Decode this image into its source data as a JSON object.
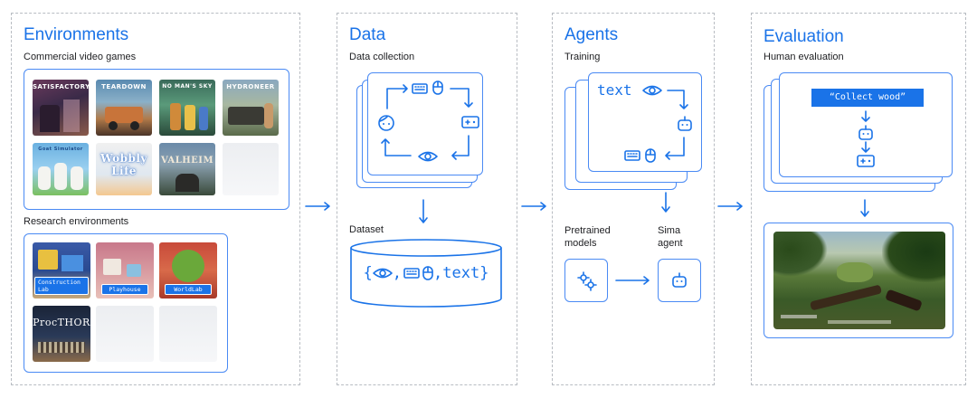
{
  "environments": {
    "title": "Environments",
    "commercial_label": "Commercial video games",
    "games": [
      "SATISFACTORY",
      "TEARDOWN",
      "NO MAN'S SKY",
      "HYDRONEER",
      "Goat Simulator",
      "Wobbly Life",
      "VALHEIM"
    ],
    "research_label": "Research environments",
    "research": [
      "Construction Lab",
      "Playhouse",
      "WorldLab",
      "ProcTHOR"
    ]
  },
  "data": {
    "title": "Data",
    "collection_label": "Data collection",
    "dataset_label": "Dataset",
    "dataset_text": "text"
  },
  "agents": {
    "title": "Agents",
    "training_label": "Training",
    "training_text": "text",
    "pretrained_label": "Pretrained models",
    "sima_label": "Sima agent"
  },
  "evaluation": {
    "title": "Evaluation",
    "human_label": "Human evaluation",
    "instruction": "“Collect wood”"
  },
  "icons": [
    "keyboard-icon",
    "mouse-icon",
    "eye-icon",
    "face-icon",
    "gamepad-icon",
    "robot-icon",
    "gears-icon",
    "arrow-icon"
  ],
  "colors": {
    "accent": "#1a73e8",
    "border": "#4a8af4",
    "dashed": "#b8bcc2"
  }
}
